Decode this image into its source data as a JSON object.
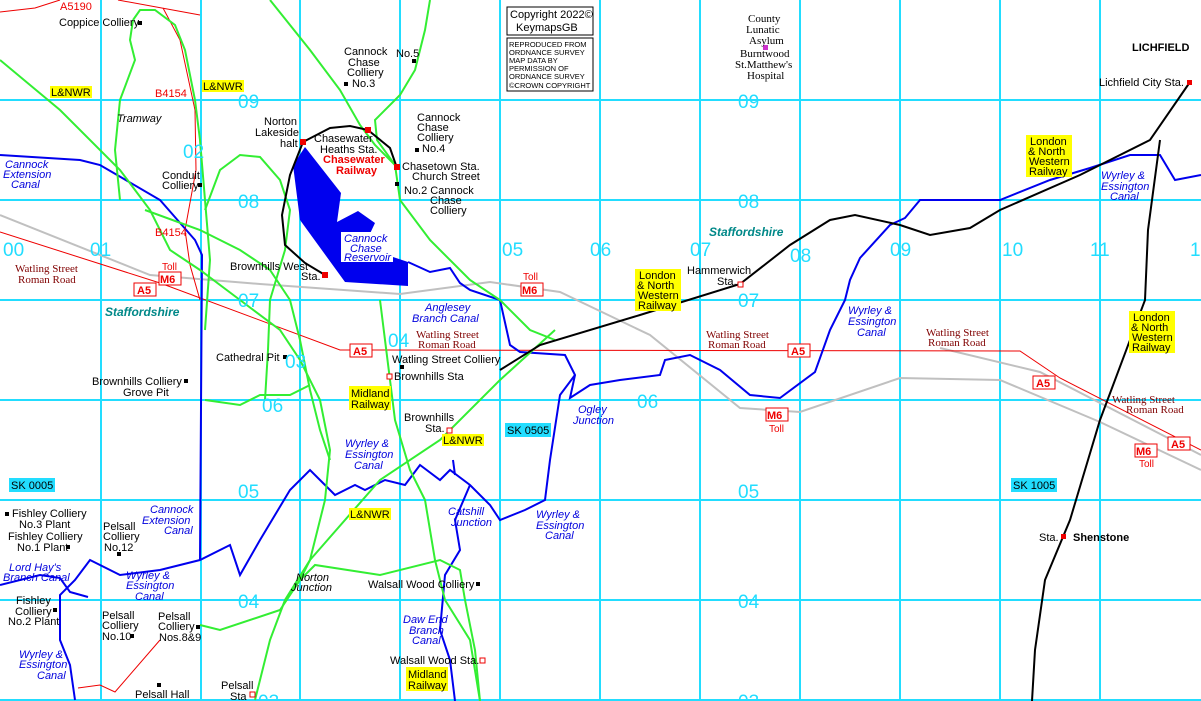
{
  "copyright": {
    "line1": "Copyright 2022©",
    "line2": "KeymapsGB"
  },
  "os_notice": [
    "REPRODUCED FROM",
    "ORDNANCE SURVEY",
    "MAP DATA BY",
    "PERMISSION OF",
    "ORDNANCE SURVEY",
    "©CROWN COPYRIGHT"
  ],
  "grid_refs": {
    "sk0005": "SK 0005",
    "sk0505": "SK 0505",
    "sk1005": "SK 1005"
  },
  "grid_numbers": {
    "e00": "00",
    "e01": "01",
    "e02": "02",
    "e03": "03",
    "e04": "04",
    "e05": "05",
    "e06": "06",
    "e07": "07",
    "e08": "08",
    "e09": "09",
    "e10": "10",
    "e11": "11",
    "e1": "1",
    "n09": "09",
    "n08": "08",
    "n07": "07",
    "n06": "06",
    "n05": "05",
    "n04": "04",
    "n03": "03"
  },
  "roads": {
    "a5190": "A5190",
    "b4154a": "B4154",
    "b4154b": "B4154",
    "a5": "A5",
    "m6": "M6",
    "toll": "Toll"
  },
  "railways": {
    "lnwr": "L&NWR",
    "midland": [
      "Midland",
      "Railway"
    ],
    "lnw": [
      "London",
      "& North",
      "Western",
      "Railway"
    ],
    "tramway": "Tramway",
    "chasewater": [
      "Chasewater",
      "Railway"
    ]
  },
  "roman_road": [
    "Watling Street",
    "Roman Road"
  ],
  "county": "Staffordshire",
  "places": {
    "lichfield": "LICHFIELD",
    "shenstone": "Shenstone",
    "asylum": [
      "County",
      "Lunatic",
      "Asylum"
    ],
    "hospital": [
      "Burntwood",
      "St.Matthew's",
      "Hospital"
    ]
  },
  "stations": {
    "lichfield_city": "Lichfield City Sta.",
    "norton_lakeside": [
      "Norton",
      "Lakeside",
      "halt"
    ],
    "chasewater_heaths": [
      "Chasewater",
      "Heaths Sta."
    ],
    "chasetown": [
      "Chasetown Sta.",
      "Church Street"
    ],
    "brownhills_west": [
      "Brownhills West",
      "Sta."
    ],
    "hammerwich": [
      "Hammerwich",
      "Sta."
    ],
    "brownhills_sta": "Brownhills Sta",
    "brownhills_lnwr": [
      "Brownhills",
      "Sta."
    ],
    "walsall_wood": "Walsall Wood Sta.",
    "pelsall": [
      "Pelsall",
      "Sta"
    ],
    "shenstone_sta": "Sta."
  },
  "collieries": {
    "coppice": "Coppice Colliery",
    "cc3": [
      "Cannock",
      "Chase",
      "Colliery",
      "No.3"
    ],
    "no5": "No.5",
    "cc4": [
      "Cannock",
      "Chase",
      "Colliery",
      "No.4"
    ],
    "cc2": [
      "No.2 Cannock",
      "Chase",
      "Colliery"
    ],
    "conduit": [
      "Conduit",
      "Colliery"
    ],
    "cathedral": "Cathedral Pit",
    "watling": "Watling Street Colliery",
    "brownhills": [
      "Brownhills Colliery",
      "Grove Pit"
    ],
    "fishley3": [
      "Fishley Colliery",
      "No.3 Plant"
    ],
    "fishley1": [
      "Fishley Colliery",
      "No.1 Plant"
    ],
    "fishley2": [
      "Fishley",
      "Colliery",
      "No.2 Plant"
    ],
    "pelsall12": [
      "Pelsall",
      "Colliery",
      "No.12"
    ],
    "pelsall10": [
      "Pelsall",
      "Colliery",
      "No.10"
    ],
    "pelsall89": [
      "Pelsall",
      "Colliery",
      "Nos.8&9"
    ],
    "pelsall_hall": "Pelsall Hall",
    "walsall_wood": "Walsall Wood Colliery"
  },
  "water": {
    "cannock_ext": [
      "Cannock",
      "Extension",
      "Canal"
    ],
    "reservoir": [
      "Cannock",
      "Chase",
      "Reservoir"
    ],
    "anglesey": [
      "Anglesey",
      "Branch Canal"
    ],
    "wyrley": [
      "Wyrley &",
      "Essington",
      "Canal"
    ],
    "ogley": [
      "Ogley",
      "Junction"
    ],
    "catshill": [
      "Catshill",
      "Junction"
    ],
    "norton_jn": [
      "Norton",
      "Junction"
    ],
    "lord_hays": [
      "Lord Hay's",
      "Branch Canal"
    ],
    "daw_end": [
      "Daw End",
      "Branch",
      "Canal"
    ]
  },
  "colors": {
    "grid": "#22ddff",
    "canal": "#0000ee",
    "disused_rail": "#33ee33",
    "road": "#ee0000",
    "motorway": "#c0c0c0"
  }
}
